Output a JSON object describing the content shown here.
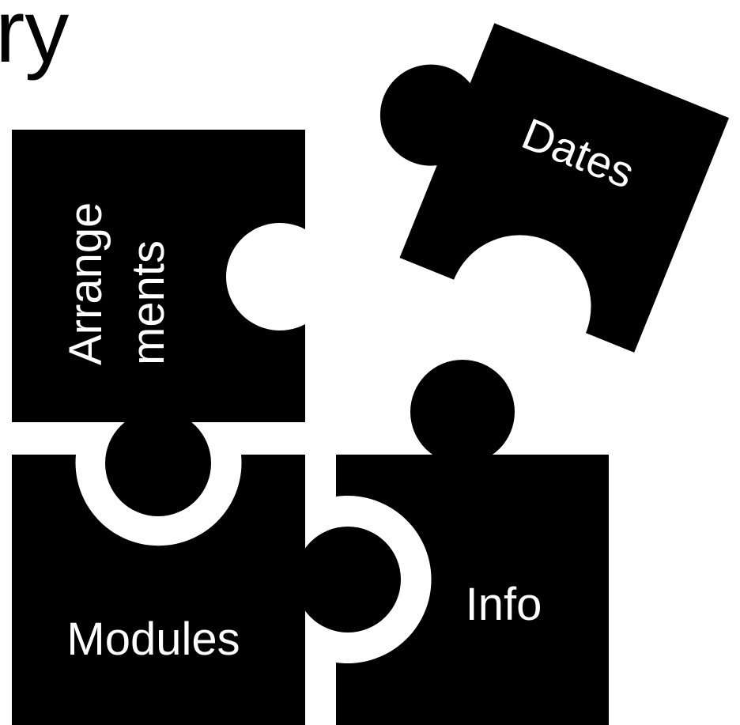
{
  "heading": {
    "partial_text": "ry"
  },
  "puzzle": {
    "pieces": [
      {
        "id": "arrangements",
        "label_line1": "Arrange",
        "label_line2": "ments"
      },
      {
        "id": "dates",
        "label": "Dates"
      },
      {
        "id": "modules",
        "label": "Modules"
      },
      {
        "id": "info",
        "label": "Info"
      }
    ]
  },
  "colors": {
    "piece_fill": "#000000",
    "label_color": "#ffffff",
    "background": "#ffffff",
    "heading_color": "#000000"
  }
}
